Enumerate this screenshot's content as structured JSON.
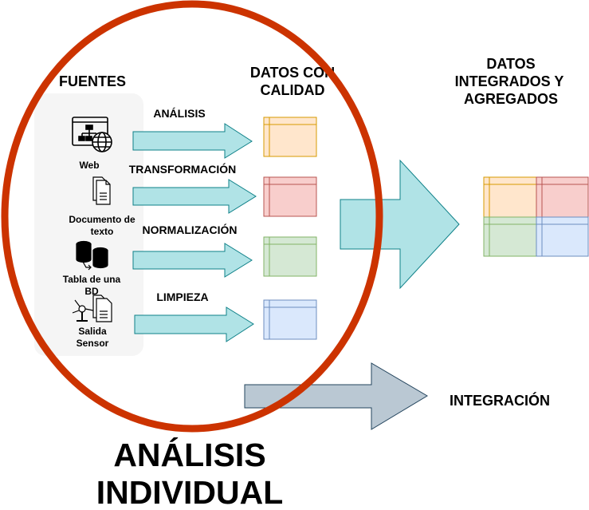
{
  "headers": {
    "fuentes": "FUENTES",
    "datos_calidad": [
      "DATOS CON",
      "CALIDAD"
    ],
    "datos_integrados": [
      "DATOS",
      "INTEGRADOS Y",
      "AGREGADOS"
    ]
  },
  "sources": [
    {
      "icon": "web-sitemap-globe-icon",
      "label": [
        "Web"
      ]
    },
    {
      "icon": "text-document-icon",
      "label": [
        "Documento de",
        "texto"
      ]
    },
    {
      "icon": "database-table-icon",
      "label": [
        "Tabla de una",
        "BD"
      ]
    },
    {
      "icon": "wind-sensor-icon",
      "label": [
        "Salida",
        "Sensor"
      ]
    }
  ],
  "processes": [
    "ANÁLISIS",
    "TRANSFORMACIÓN",
    "NORMALIZACIÓN",
    "LIMPIEZA"
  ],
  "integration_label": "INTEGRACIÓN",
  "footer": [
    "ANÁLISIS",
    "INDIVIDUAL"
  ],
  "colors": {
    "ellipse": "#cc3300",
    "arrow_fill": "#b0e3e6",
    "arrow_stroke": "#0e8088",
    "integration_fill": "#bac8d3",
    "integration_stroke": "#23445d",
    "sources_panel": "#f5f5f5",
    "orange_fill": "#ffe6cc",
    "orange_stroke": "#d79b00",
    "red_fill": "#f8cecc",
    "red_stroke": "#b85450",
    "green_fill": "#d5e8d4",
    "green_stroke": "#82b366",
    "blue_fill": "#dae8fc",
    "blue_stroke": "#6c8ebf"
  }
}
